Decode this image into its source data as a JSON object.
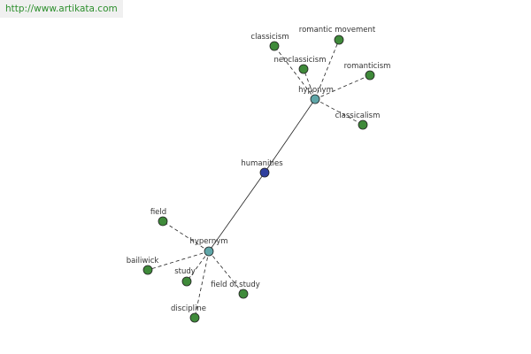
{
  "header": {
    "url": "http://www.artikata.com"
  },
  "colors": {
    "leaf_node": "#3f8a3a",
    "relation_node": "#5fa6a8",
    "center_node": "#2f3f9e",
    "edge": "#222222",
    "url_text": "#2d8f2d"
  },
  "diagram": {
    "center": {
      "label": "humanities"
    },
    "relations": {
      "hyponym": {
        "label": "hyponym"
      },
      "hypernym": {
        "label": "hypernym"
      }
    },
    "hyponym_terms": {
      "classicism": "classicism",
      "romantic_movement": "romantic movement",
      "neoclassicism": "neoclassicism",
      "romanticism": "romanticism",
      "classicalism": "classicalism"
    },
    "hypernym_terms": {
      "field": "field",
      "bailiwick": "bailiwick",
      "study": "study",
      "field_of_study": "field of study",
      "discipline": "discipline"
    }
  }
}
